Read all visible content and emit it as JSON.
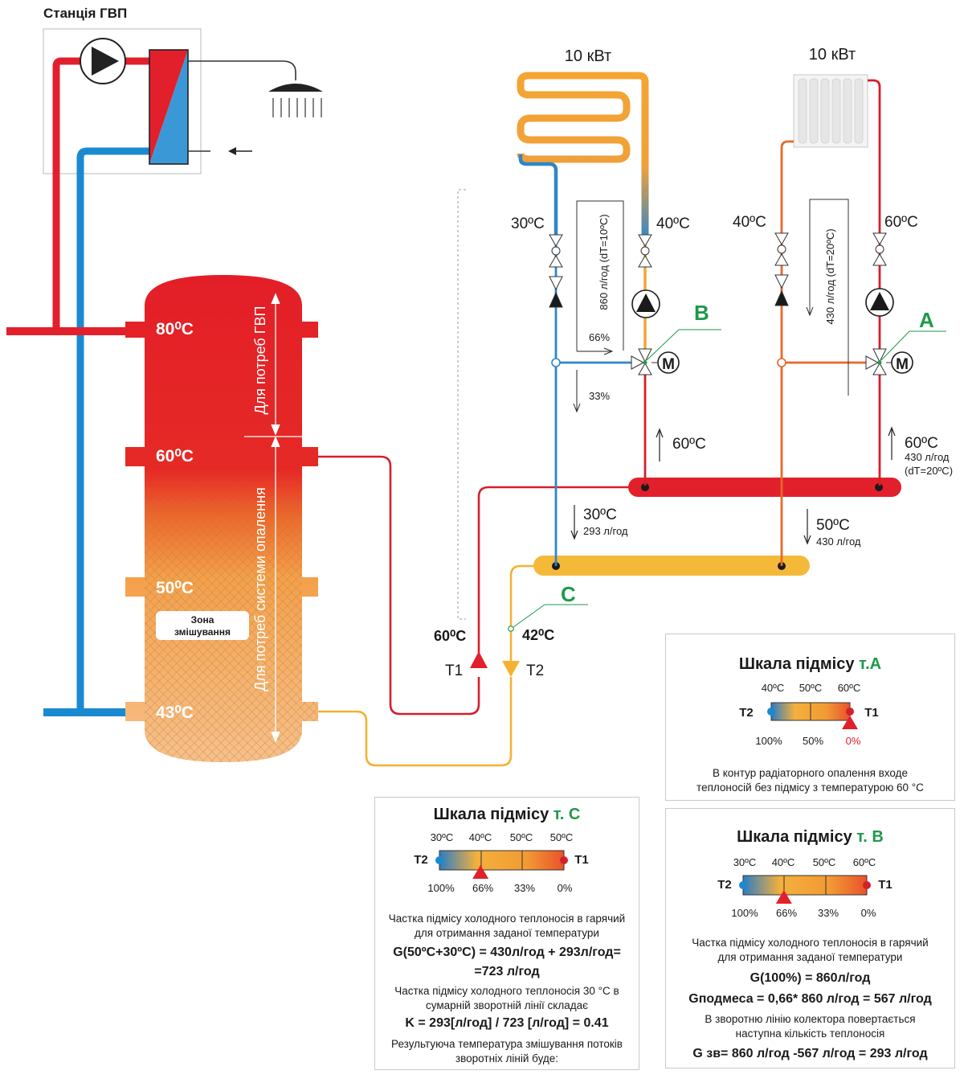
{
  "station_title": "Станція ГВП",
  "colors": {
    "hot": "#e2202c",
    "cold": "#1a8ad0",
    "warm": "#f39a34",
    "mix": "#f5b93a",
    "green": "#1d9a48"
  },
  "icons": {
    "pump": "pump-icon",
    "shower": "shower-icon",
    "radiator": "radiator-icon",
    "valve": "valve-icon",
    "motor": "motor-icon"
  },
  "tank": {
    "t80": "80⁰С",
    "t60": "60⁰С",
    "t50": "50⁰С",
    "t43": "43⁰С",
    "zone_line1": "Зона",
    "zone_line2": "змішування",
    "dhw_label": "Для потреб ГВП",
    "heating_label": "Для потреб системи опалення"
  },
  "circuit_b": {
    "power": "10 кВт",
    "t_return": "30ºС",
    "t_supply": "40ºС",
    "flow_note": "860 л/год (dT=10ºС)",
    "p66": "66%",
    "p33": "33%",
    "letter": "B",
    "t_in": "60ºС",
    "motor": "M"
  },
  "circuit_a": {
    "power": "10 кВт",
    "t_return": "40ºС",
    "t_supply": "60ºС",
    "flow_note": "430 л/год (dT=20ºС)",
    "letter": "A",
    "motor": "M",
    "t_in": "60ºС",
    "flow_in": "430 л/год",
    "dt_in": "(dT=20ºС)"
  },
  "collector": {
    "t_ret_b": "30ºС",
    "flow_ret_b": "293 л/год",
    "t_ret_a": "50ºС",
    "flow_ret_a": "430 л/год"
  },
  "point_c": {
    "letter": "C",
    "t1_temp": "60⁰С",
    "t2_temp": "42⁰С",
    "t1": "Т1",
    "t2": "Т2"
  },
  "scale_a": {
    "title": "Шкала підмісу",
    "point": "т.А",
    "temps": [
      "40ºС",
      "50ºС",
      "60ºС"
    ],
    "left": "Т2",
    "right": "Т1",
    "percents": [
      "100%",
      "50%",
      "0%"
    ],
    "marker": 1.0,
    "note1": "В контур радіаторного опалення входе",
    "note2": "теплоносій без підмісу з температурою 60 °C"
  },
  "scale_c": {
    "title": "Шкала підмісу",
    "point": "т. С",
    "temps": [
      "30ºС",
      "40ºС",
      "50ºС",
      "50ºС"
    ],
    "left": "Т2",
    "right": "Т1",
    "percents": [
      "100%",
      "66%",
      "33%",
      "0%"
    ],
    "marker": 0.33,
    "text1": "Частка підмісу холодного теплоносія в гарячий",
    "text2": "для отримання заданої температури",
    "f1a": "G(50ºС+30ºС) = 430л/год + 293л/год=",
    "f1b": "=723 л/год",
    "text3": "Частка підмісу холодного теплоносія 30 °C в",
    "text4": "сумарній зворотній лінії складає",
    "f2": "K = 293[л/год] / 723 [л/год] = 0.41",
    "text5": "Результуюча температура змішування потоків",
    "text6": "зворотніх ліній буде:"
  },
  "scale_b": {
    "title": "Шкала підмісу",
    "point": "т. В",
    "temps": [
      "30ºС",
      "40ºС",
      "50ºС",
      "60ºС"
    ],
    "left": "Т2",
    "right": "Т1",
    "percents": [
      "100%",
      "66%",
      "33%",
      "0%"
    ],
    "marker": 0.33,
    "text1": "Частка підмісу холодного теплоносія в гарячий",
    "text2": "для отримання заданої температури",
    "f1": "G(100%) = 860л/год",
    "f2": "Gподмеса = 0,66* 860 л/год = 567 л/год",
    "text3": "В зворотню лінію колектора повертається",
    "text4": "наступна кількість теплоносія",
    "f3": "G зв= 860 л/год -567 л/год = 293 л/год"
  }
}
